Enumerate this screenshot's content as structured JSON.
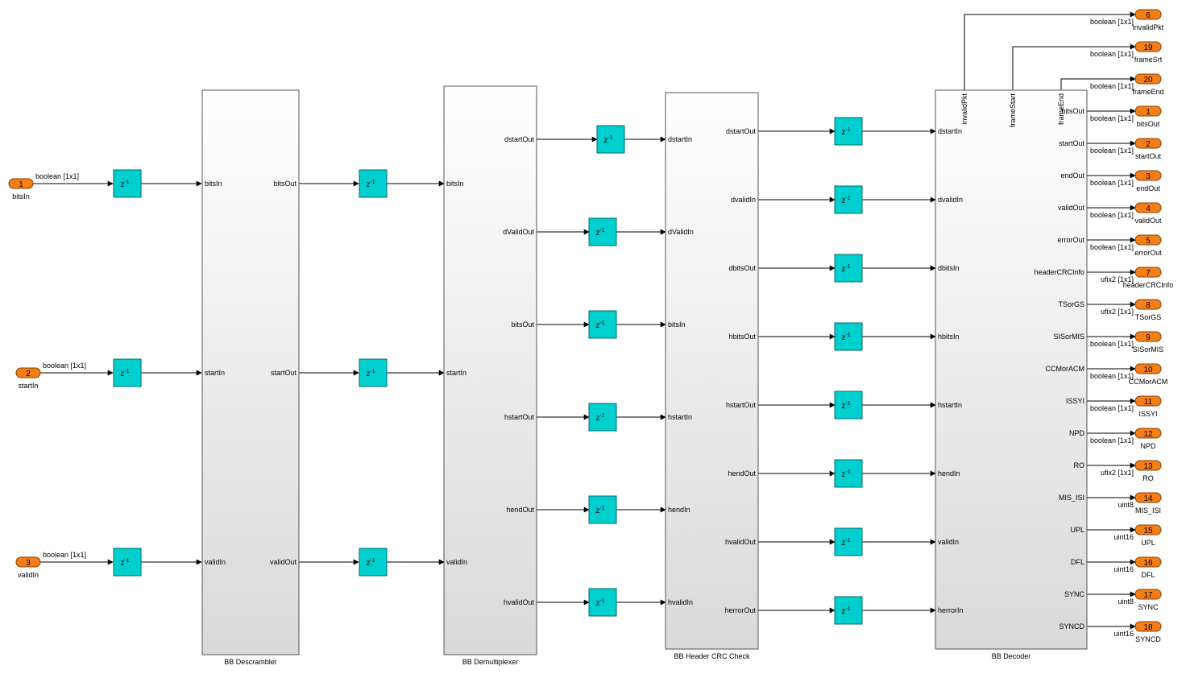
{
  "colors": {
    "port_fill": "#f57f17",
    "port_stroke": "#8a3b00",
    "delay_fill": "#00cfcf",
    "delay_stroke": "#006b6b",
    "block_top": "#ffffff",
    "block_bottom": "#d9d9d9",
    "wire": "#000000"
  },
  "delay_label": "z",
  "delay_exponent": "-1",
  "inports": [
    {
      "num": "1",
      "name": "bitsIn",
      "type": "boolean [1x1]"
    },
    {
      "num": "2",
      "name": "startIn",
      "type": "boolean [1x1]"
    },
    {
      "num": "3",
      "name": "validIn",
      "type": "boolean [1x1]"
    }
  ],
  "blocks": {
    "descrambler": {
      "title": "BB Descrambler",
      "inputs": [
        "bitsIn",
        "startIn",
        "validIn"
      ],
      "outputs": [
        "bitsOut",
        "startOut",
        "validOut"
      ]
    },
    "demux": {
      "title": "BB Demultiplexer",
      "inputs": [
        "bitsIn",
        "startIn",
        "validIn"
      ],
      "outputs": [
        "dstartOut",
        "dValidOut",
        "bitsOut",
        "hstartOut",
        "hendOut",
        "hvalidOut"
      ]
    },
    "crc": {
      "title": "BB Header CRC Check",
      "inputs": [
        "dstartIn",
        "dValidIn",
        "bitsIn",
        "hstartIn",
        "hendIn",
        "hvalidIn"
      ],
      "outputs": [
        "dstartOut",
        "dvalidIn",
        "dbitsOut",
        "hbitsOut",
        "hstartOut",
        "hendOut",
        "hvalidOut",
        "herrorOut"
      ]
    },
    "decoder": {
      "title": "BB Decoder",
      "inputs": [
        "dstartIn",
        "dvalidIn",
        "dbitsIn",
        "hbitsIn",
        "hstartIn",
        "hendIn",
        "validIn",
        "herrorIn"
      ],
      "top_outputs": [
        "invalidPkt",
        "frameStart",
        "frameEnd"
      ],
      "outputs": [
        "bitsOut",
        "startOut",
        "endOut",
        "validOut",
        "errorOut",
        "headerCRCInfo",
        "TSorGS",
        "SISorMIS",
        "CCMorACM",
        "ISSYI",
        "NPD",
        "RO",
        "MIS_ISI",
        "UPL",
        "DFL",
        "SYNC",
        "SYNCD"
      ]
    }
  },
  "top_outports": [
    {
      "num": "6",
      "name": "invalidPkt",
      "type": "boolean [1x1]"
    },
    {
      "num": "19",
      "name": "frameSrt",
      "type": "boolean [1x1]"
    },
    {
      "num": "20",
      "name": "frameEnd",
      "type": "boolean [1x1]"
    }
  ],
  "outports": [
    {
      "num": "1",
      "name": "bitsOut",
      "type": "boolean [1x1]"
    },
    {
      "num": "2",
      "name": "startOut",
      "type": "boolean [1x1]"
    },
    {
      "num": "3",
      "name": "endOut",
      "type": "boolean [1x1]"
    },
    {
      "num": "4",
      "name": "validOut",
      "type": "boolean [1x1]"
    },
    {
      "num": "5",
      "name": "errorOut",
      "type": "boolean [1x1]"
    },
    {
      "num": "7",
      "name": "headerCRCInfo",
      "type": "ufix2 [1x1]"
    },
    {
      "num": "8",
      "name": "TSorGS",
      "type": "ufix2 [1x1]"
    },
    {
      "num": "9",
      "name": "SISorMIS",
      "type": "boolean [1x1]"
    },
    {
      "num": "10",
      "name": "CCMorACM",
      "type": "boolean [1x1]"
    },
    {
      "num": "11",
      "name": "ISSYI",
      "type": "boolean [1x1]"
    },
    {
      "num": "12",
      "name": "NPD",
      "type": "boolean [1x1]"
    },
    {
      "num": "13",
      "name": "RO",
      "type": "ufix2 [1x1]"
    },
    {
      "num": "14",
      "name": "MIS_ISI",
      "type": "uint8"
    },
    {
      "num": "15",
      "name": "UPL",
      "type": "uint16"
    },
    {
      "num": "16",
      "name": "DFL",
      "type": "uint16"
    },
    {
      "num": "17",
      "name": "SYNC",
      "type": "uint8"
    },
    {
      "num": "18",
      "name": "SYNCD",
      "type": "uint16"
    }
  ]
}
